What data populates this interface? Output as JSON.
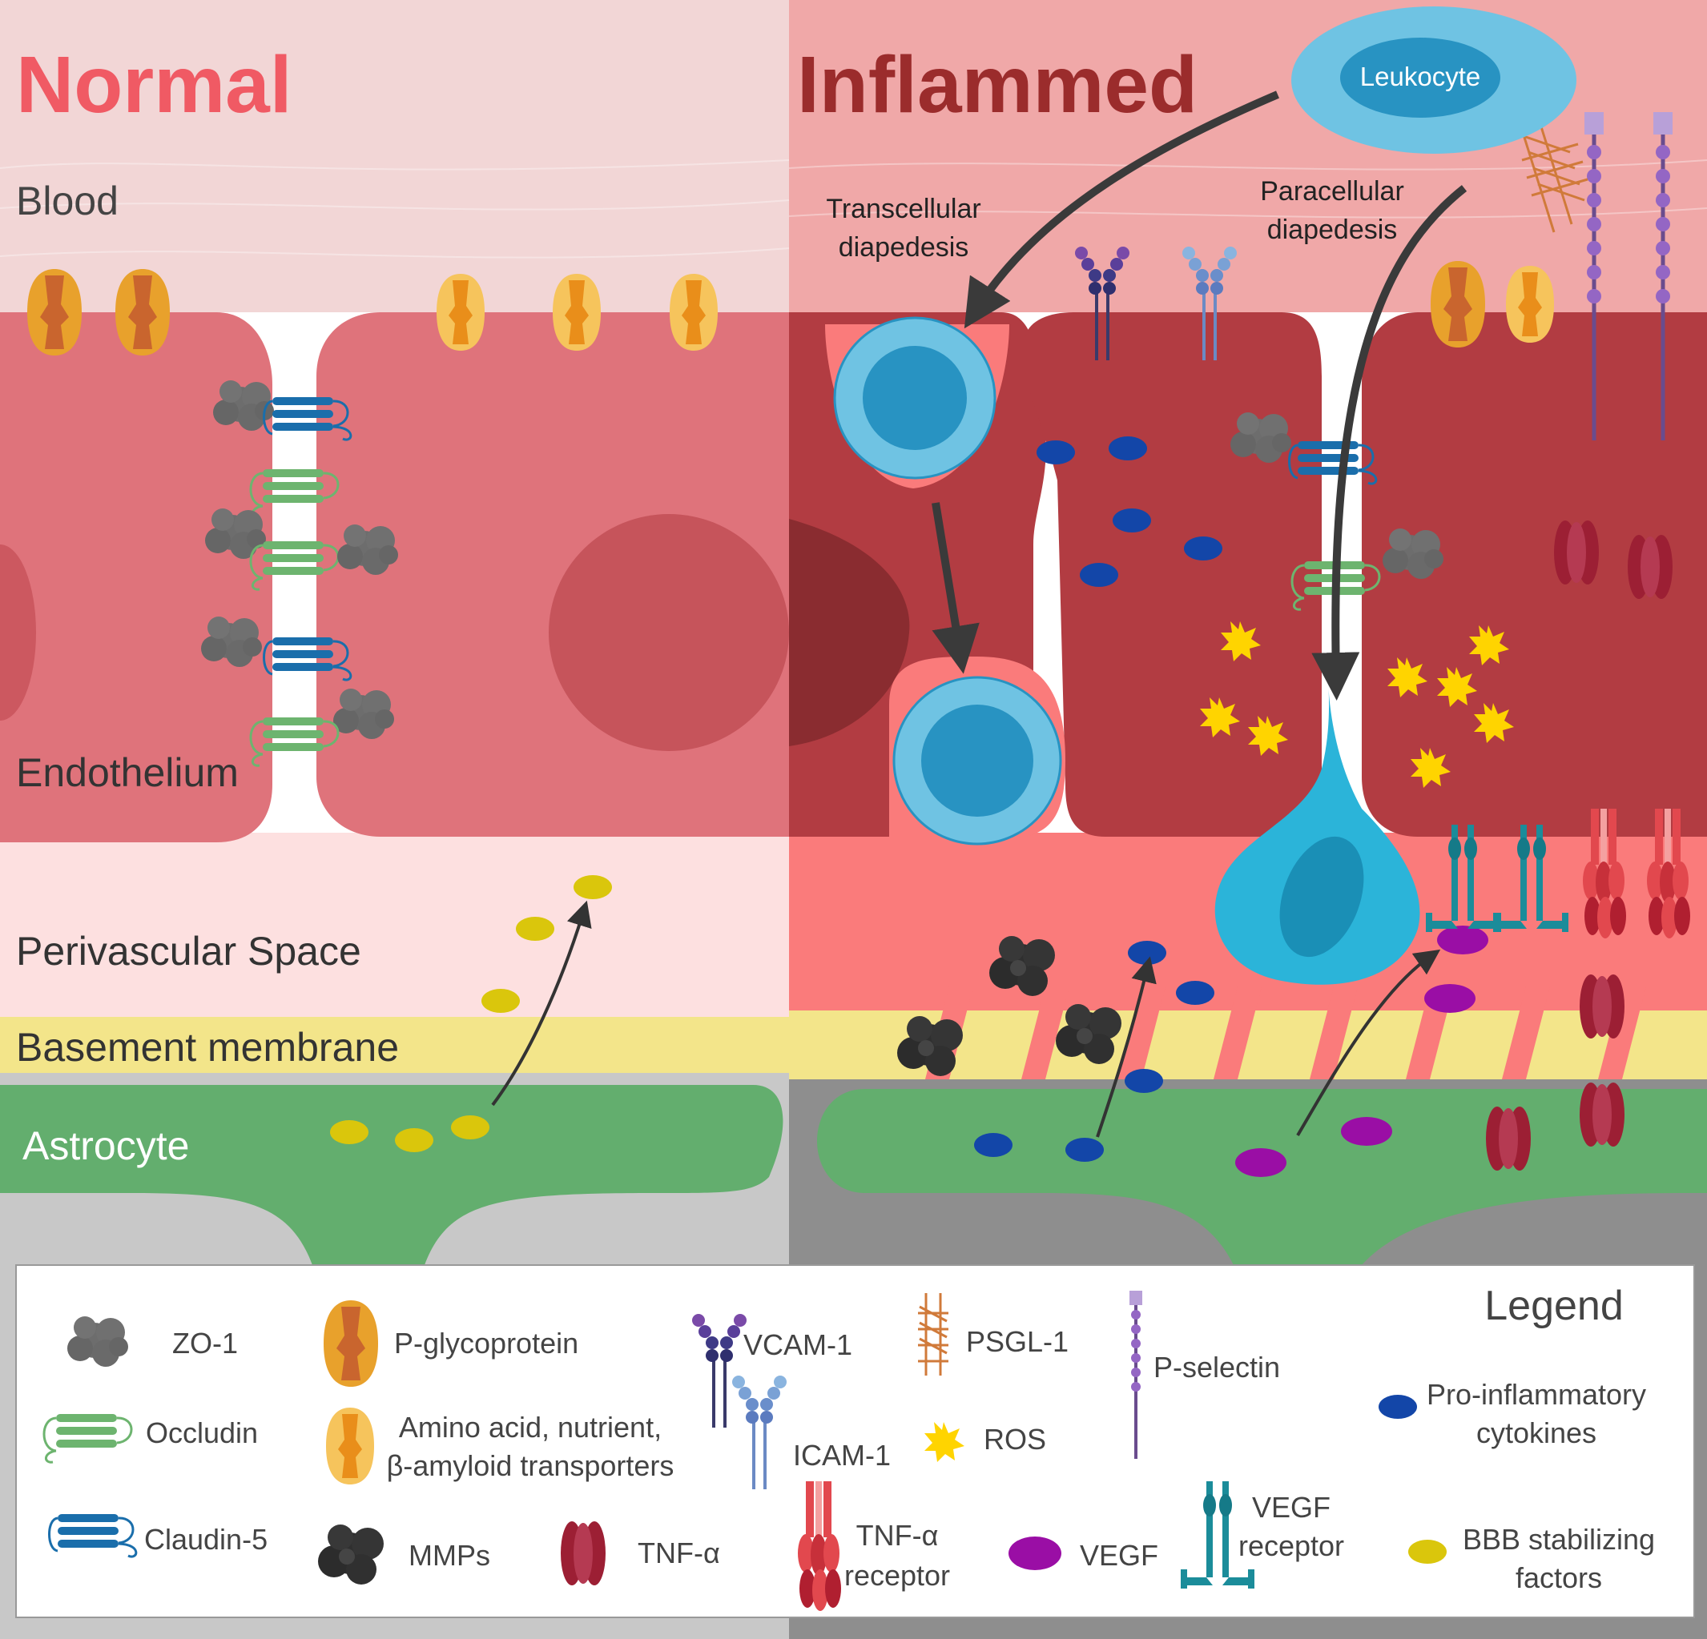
{
  "panels": {
    "normal_title": "Normal",
    "inflamed_title": "Inflammed"
  },
  "regions": {
    "blood": "Blood",
    "endothelium": "Endothelium",
    "perivascular": "Perivascular Space",
    "basement": "Basement membrane",
    "astrocyte": "Astrocyte"
  },
  "cells": {
    "leukocyte": "Leukocyte"
  },
  "processes": {
    "transcellular_1": "Transcellular",
    "transcellular_2": "diapedesis",
    "paracellular_1": "Paracellular",
    "paracellular_2": "diapedesis"
  },
  "legend": {
    "title": "Legend",
    "zo1": "ZO-1",
    "occludin": "Occludin",
    "claudin5": "Claudin-5",
    "pgp": "P-glycoprotein",
    "transporters_1": "Amino acid, nutrient,",
    "transporters_2": "β-amyloid transporters",
    "mmps": "MMPs",
    "tnfa": "TNF-α",
    "vcam1": "VCAM-1",
    "icam1": "ICAM-1",
    "tnfr_1": "TNF-α",
    "tnfr_2": "receptor",
    "psgl1": "PSGL-1",
    "ros": "ROS",
    "vegf": "VEGF",
    "pselectin": "P-selectin",
    "vegfr_1": "VEGF",
    "vegfr_2": "receptor",
    "cytokines_1": "Pro-inflammatory",
    "cytokines_2": "cytokines",
    "bbb_1": "BBB stabilizing",
    "bbb_2": "factors"
  },
  "colors": {
    "normal_blood": "#f2d6d6",
    "inflamed_blood": "#f0a8a8",
    "normal_endothelium": "#df737b",
    "inflamed_endothelium": "#b23c42",
    "normal_perivascular": "#fde0e0",
    "inflamed_perivascular": "#fa7b7b",
    "basement": "#f3e58a",
    "astrocyte": "#63ae6e",
    "pgp": "#e8a12c",
    "transporter": "#f6c45c",
    "cytokine": "#1346a8",
    "vegf": "#9a0ea5",
    "bbb_factor": "#dac60c",
    "ros": "#ffd400",
    "leukocyte": "#6fc3e3",
    "tnfa": "#9c1f34",
    "title_normal": "#f05a64",
    "title_inflamed": "#9b2c2c"
  }
}
